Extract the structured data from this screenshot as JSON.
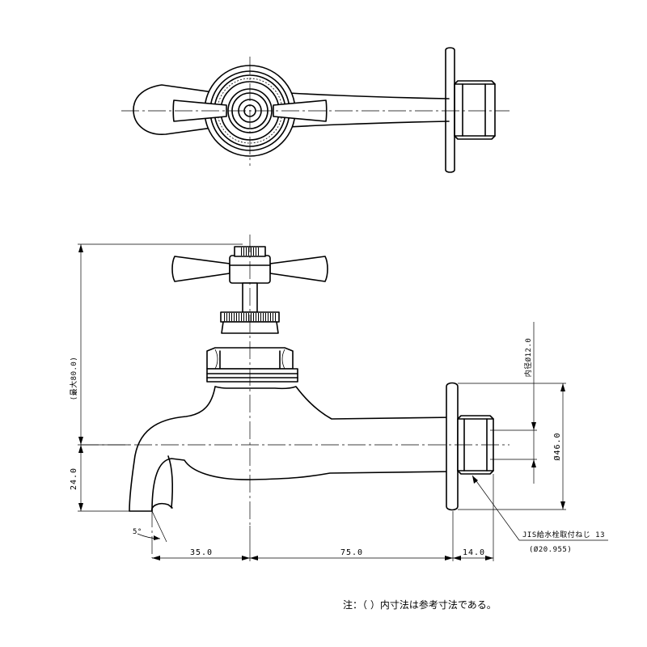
{
  "drawing": {
    "dimensions": {
      "height_max": "(最大80.0)",
      "height_spout": "24.0",
      "length_1": "35.0",
      "length_2": "75.0",
      "length_3": "14.0",
      "inner_diameter": "内径Ø12.0",
      "flange_diameter": "Ø46.0",
      "angle": "5°"
    },
    "callout": {
      "thread": "JIS給水栓取付ねじ 13",
      "thread_size": "(Ø20.955)"
    },
    "note": "注：（ ）内寸法は参考寸法である。"
  }
}
